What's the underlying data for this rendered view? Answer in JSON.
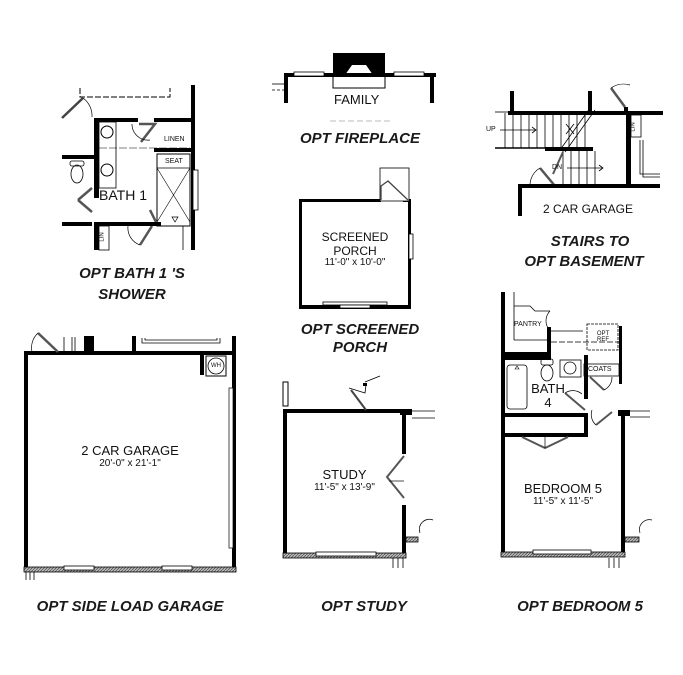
{
  "document": {
    "type": "floor plan options sheet",
    "background": "#ffffff",
    "line_color": "#000000"
  },
  "options": [
    {
      "id": "bath1",
      "caption_line1": "OPT BATH 1 'S",
      "caption_line2": "SHOWER",
      "labels": {
        "room": "BATH 1",
        "linen": "LINEN",
        "seat": "SEAT",
        "lin": "LIN"
      }
    },
    {
      "id": "fireplace",
      "caption_line1": "OPT FIREPLACE",
      "labels": {
        "room": "FAMILY"
      }
    },
    {
      "id": "stairs",
      "caption_line1": "STAIRS TO",
      "caption_line2": "OPT BASEMENT",
      "labels": {
        "up": "UP",
        "dn": "DN",
        "lin": "LIN",
        "room": "2 CAR GARAGE"
      }
    },
    {
      "id": "porch",
      "caption_line1": "OPT SCREENED",
      "caption_line2": "PORCH",
      "labels": {
        "room_line1": "SCREENED",
        "room_line2": "PORCH",
        "dims": "11'-0\" x 10'-0\""
      }
    },
    {
      "id": "garage",
      "caption_line1": "OPT SIDE LOAD GARAGE",
      "labels": {
        "room": "2 CAR GARAGE",
        "dims": "20'-0\" x 21'-1\"",
        "wh": "WH"
      }
    },
    {
      "id": "study",
      "caption_line1": "OPT STUDY",
      "labels": {
        "room": "STUDY",
        "dims": "11'-5\" x 13'-9\""
      }
    },
    {
      "id": "bedroom5",
      "caption_line1": "OPT BEDROOM 5",
      "labels": {
        "room": "BEDROOM 5",
        "dims": "11'-5\" x 11'-5\"",
        "bath_line1": "BATH",
        "bath_line2": "4",
        "pantry": "PANTRY",
        "opt_ref_line1": "OPT",
        "opt_ref_line2": "REF",
        "coats": "COATS"
      }
    }
  ]
}
